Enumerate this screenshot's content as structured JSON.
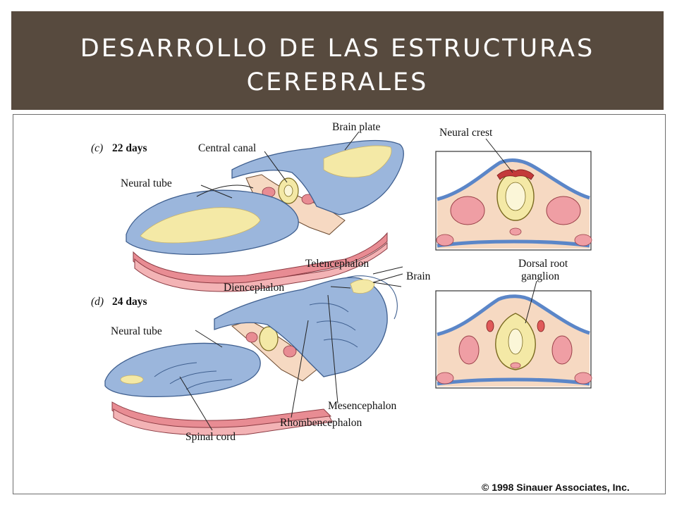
{
  "slide": {
    "title": "DESARROLLO DE LAS ESTRUCTURAS CEREBRALES"
  },
  "figure": {
    "panel_c": {
      "letter": "(c)",
      "stage": "22 days",
      "labels": {
        "brain_plate": "Brain plate",
        "central_canal": "Central canal",
        "neural_tube": "Neural tube"
      }
    },
    "panel_d": {
      "letter": "(d)",
      "stage": "24 days",
      "labels": {
        "telencephalon": "Telencephalon",
        "brain": "Brain",
        "diencephalon": "Diencephalon",
        "neural_tube": "Neural tube",
        "spinal_cord": "Spinal cord",
        "mesencephalon": "Mesencephalon",
        "rhombencephalon": "Rhombencephalon"
      }
    },
    "section_top": {
      "label": "Neural crest"
    },
    "section_bottom": {
      "label_line1": "Dorsal root",
      "label_line2": "ganglion"
    },
    "copyright": "© 1998 Sinauer Associates, Inc."
  },
  "colors": {
    "title_bar": "#574a3e",
    "tube_blue": "#9bb6dc",
    "tube_outline": "#3f5f8f",
    "yolk": "#f4e9a6",
    "tissue_pink": "#f3b3b5",
    "somite_red": "#e88c93",
    "mesoderm_peach": "#f6d9c2"
  }
}
